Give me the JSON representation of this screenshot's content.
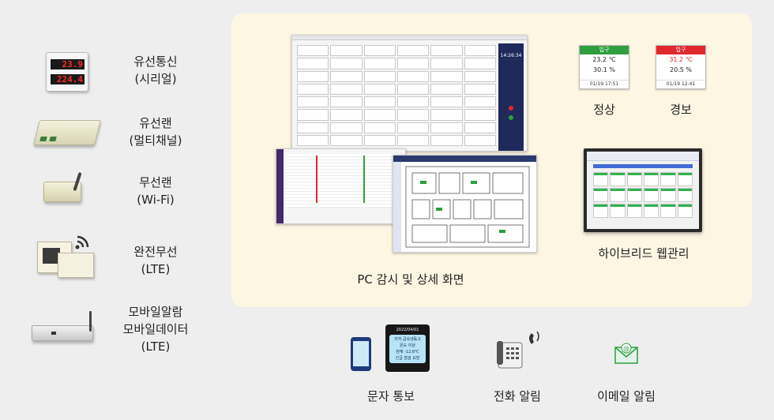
{
  "devices": [
    {
      "label_1": "유선통신",
      "label_2": "(시리얼)",
      "display_1": "23.9",
      "display_2": "224.4"
    },
    {
      "label_1": "유선랜",
      "label_2": "(멀티채널)"
    },
    {
      "label_1": "무선랜",
      "label_2": "(Wi-Fi)"
    },
    {
      "label_1": "완전무선",
      "label_2": "(LTE)"
    },
    {
      "label_1": "모바일알람",
      "label_2": "모바일데이터",
      "label_3": "(LTE)"
    }
  ],
  "monitoring": {
    "pc_caption": "PC 감시 및 상세 화면",
    "web_caption": "하이브리드 웹관리",
    "normal_caption": "정상",
    "alarm_caption": "경보",
    "normal_card": {
      "header": "입구",
      "temp": "23.2 ℃",
      "humidity": "30.1 %",
      "time": "01/19 17:51"
    },
    "alarm_card": {
      "header": "입구",
      "temp": "31.2 ℃",
      "humidity": "20.5 %",
      "time": "01/19 12:41"
    },
    "clock_text": "14:26:34",
    "colors": {
      "normal": "#2e9e3f",
      "alarm": "#e0282e",
      "panel_bg": "#fdf6e3",
      "sidebar": "#1f2a5a"
    }
  },
  "notifications": {
    "sms_caption": "문자 통보",
    "phone_caption": "전화 알림",
    "email_caption": "이메일 알림",
    "sms_date": "2022/04/01",
    "sms_body_1": "지하 급속냉동고",
    "sms_body_2": "온도 이상",
    "sms_body_3": "현재 -12.6℃",
    "sms_body_4": "긴급 점검 요망"
  }
}
